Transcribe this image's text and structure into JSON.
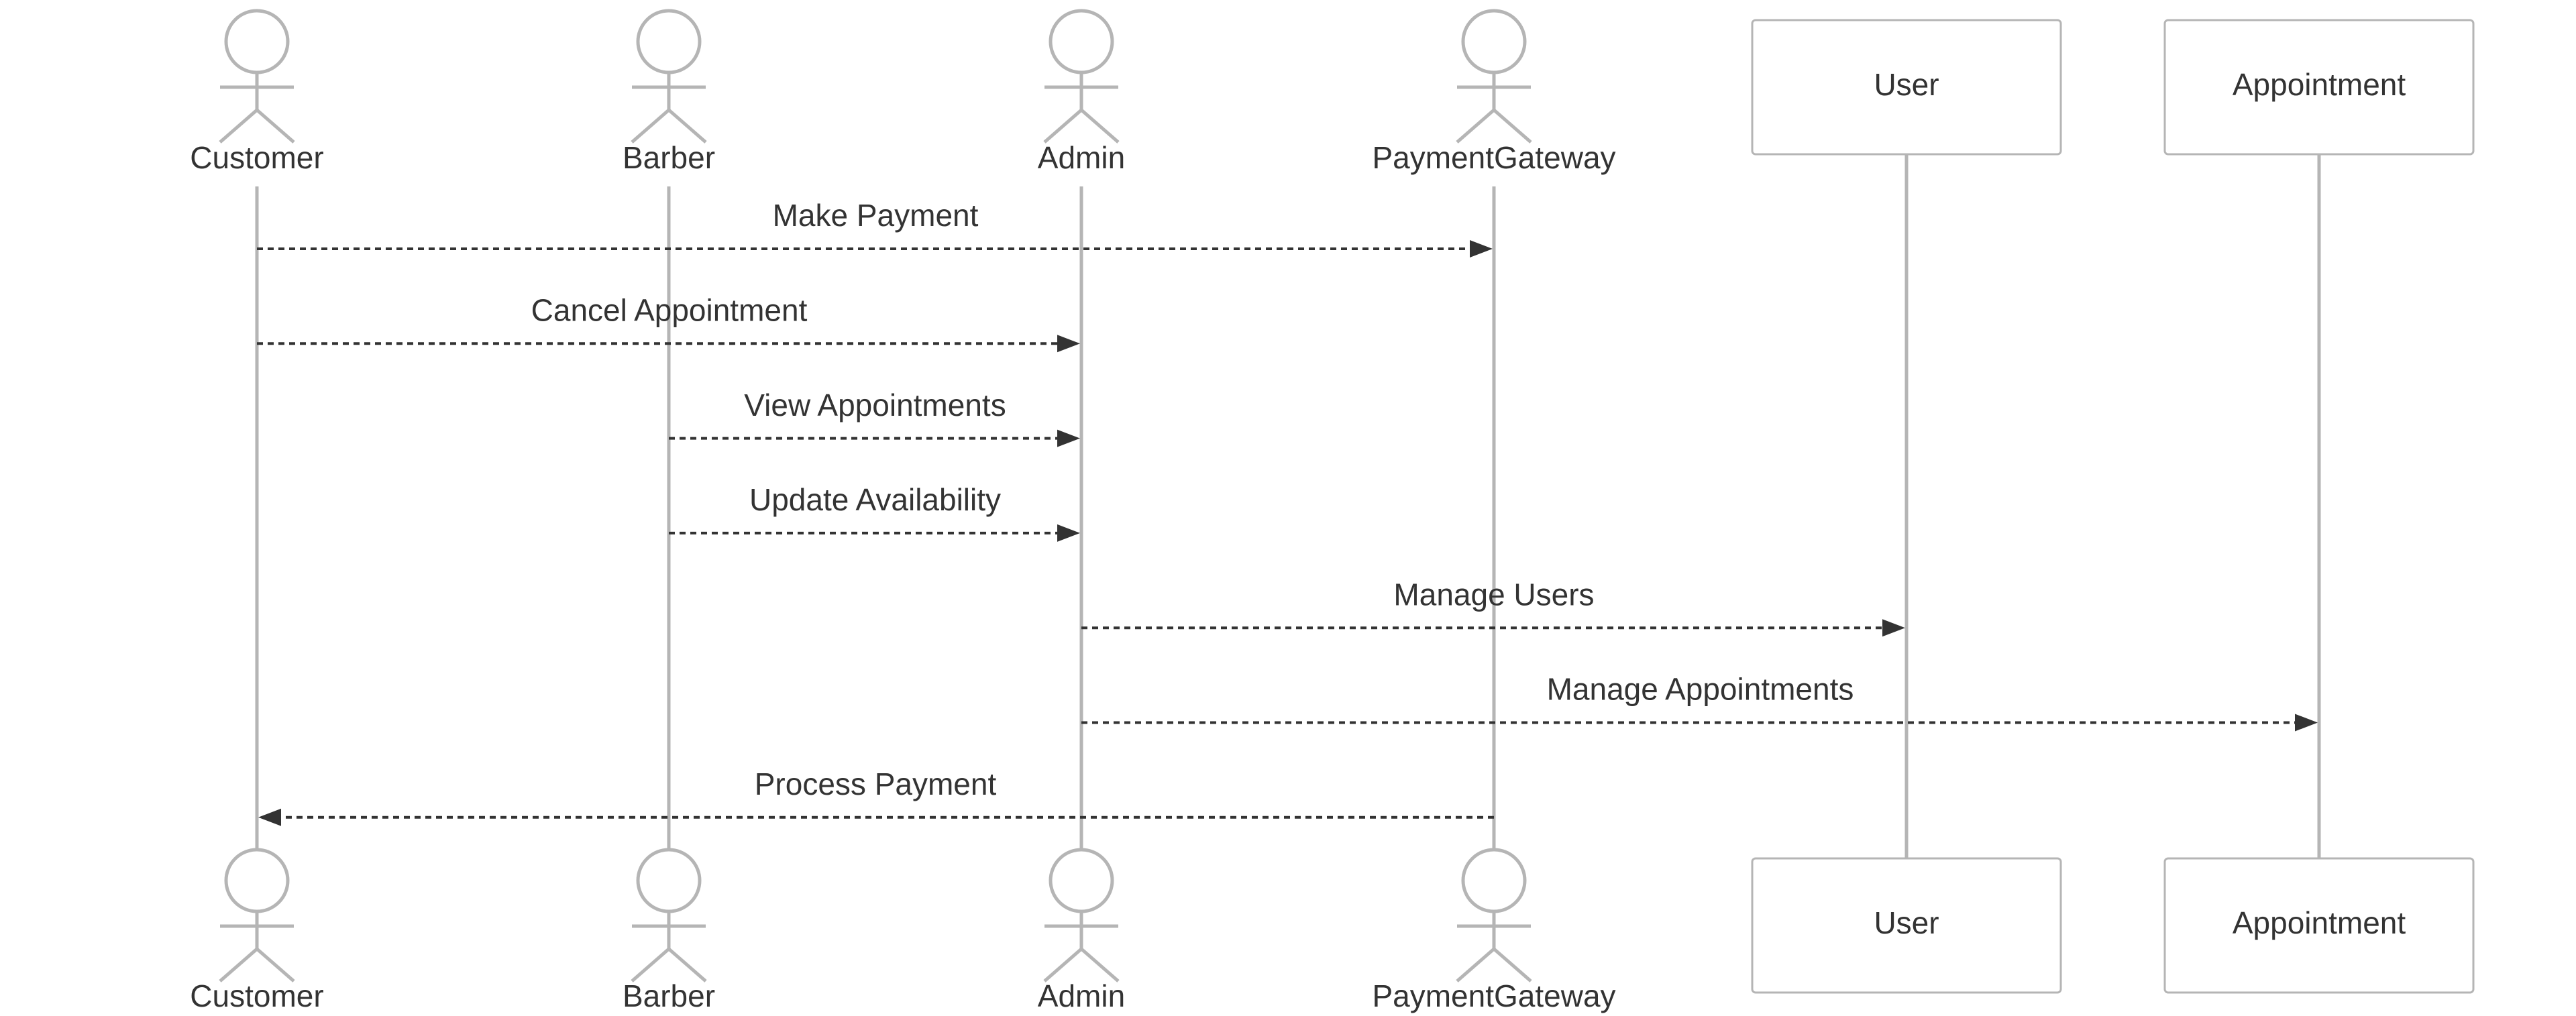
{
  "participants": [
    {
      "id": "customer",
      "label": "Customer",
      "kind": "actor"
    },
    {
      "id": "barber",
      "label": "Barber",
      "kind": "actor"
    },
    {
      "id": "admin",
      "label": "Admin",
      "kind": "actor"
    },
    {
      "id": "paymentgateway",
      "label": "PaymentGateway",
      "kind": "actor"
    },
    {
      "id": "user",
      "label": "User",
      "kind": "participant"
    },
    {
      "id": "appointment",
      "label": "Appointment",
      "kind": "participant"
    }
  ],
  "messages": [
    {
      "from": "customer",
      "to": "paymentgateway",
      "label": "Make Payment",
      "style": "dashed"
    },
    {
      "from": "customer",
      "to": "admin",
      "label": "Cancel Appointment",
      "style": "dashed"
    },
    {
      "from": "barber",
      "to": "admin",
      "label": "View Appointments",
      "style": "dashed"
    },
    {
      "from": "barber",
      "to": "admin",
      "label": "Update Availability",
      "style": "dashed"
    },
    {
      "from": "admin",
      "to": "user",
      "label": "Manage Users",
      "style": "dashed"
    },
    {
      "from": "admin",
      "to": "appointment",
      "label": "Manage Appointments",
      "style": "dashed"
    },
    {
      "from": "paymentgateway",
      "to": "customer",
      "label": "Process Payment",
      "style": "dashed"
    }
  ],
  "colors": {
    "lifeline": "#b5b5b5",
    "text": "#333333",
    "background": "#ffffff"
  }
}
